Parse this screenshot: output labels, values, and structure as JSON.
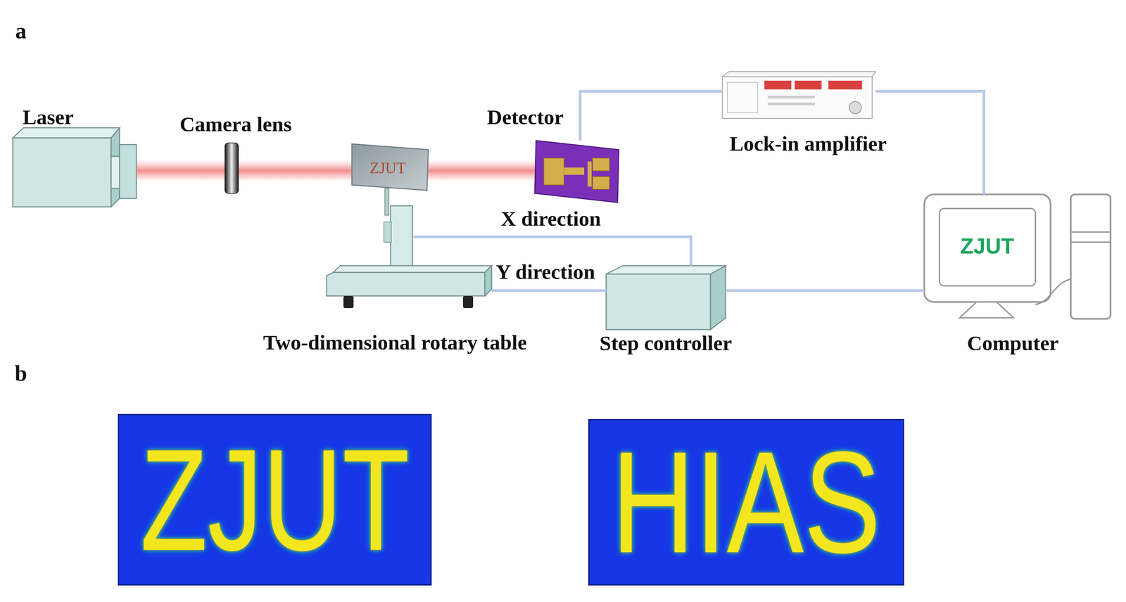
{
  "diagram": {
    "nodes": [
      {
        "text": [
          "Laser"
        ]
      },
      {
        "text": [
          "Camera lens"
        ]
      },
      {
        "text": [
          "ZJUT"
        ]
      },
      {
        "text": [
          "Detector"
        ]
      },
      {
        "text": [
          "Lock-in amplifier"
        ]
      },
      {
        "text": [
          "Two-dimensional rotary table"
        ]
      },
      {
        "text": [
          "Step controller"
        ]
      },
      {
        "text": [
          "ZJUT",
          "Computer"
        ]
      }
    ],
    "edges": [
      {
        "from": 3,
        "to": 4,
        "arrow": "none"
      },
      {
        "from": 4,
        "to": 7,
        "arrow": "none"
      },
      {
        "from": 6,
        "to": 5,
        "label": "X direction",
        "arrow": "none"
      },
      {
        "from": 6,
        "to": 5,
        "label": "Y direction",
        "arrow": "none"
      },
      {
        "from": 6,
        "to": 7,
        "arrow": "none"
      }
    ],
    "labels": [
      "a",
      "b",
      "ZJUT",
      "HIAS"
    ]
  }
}
